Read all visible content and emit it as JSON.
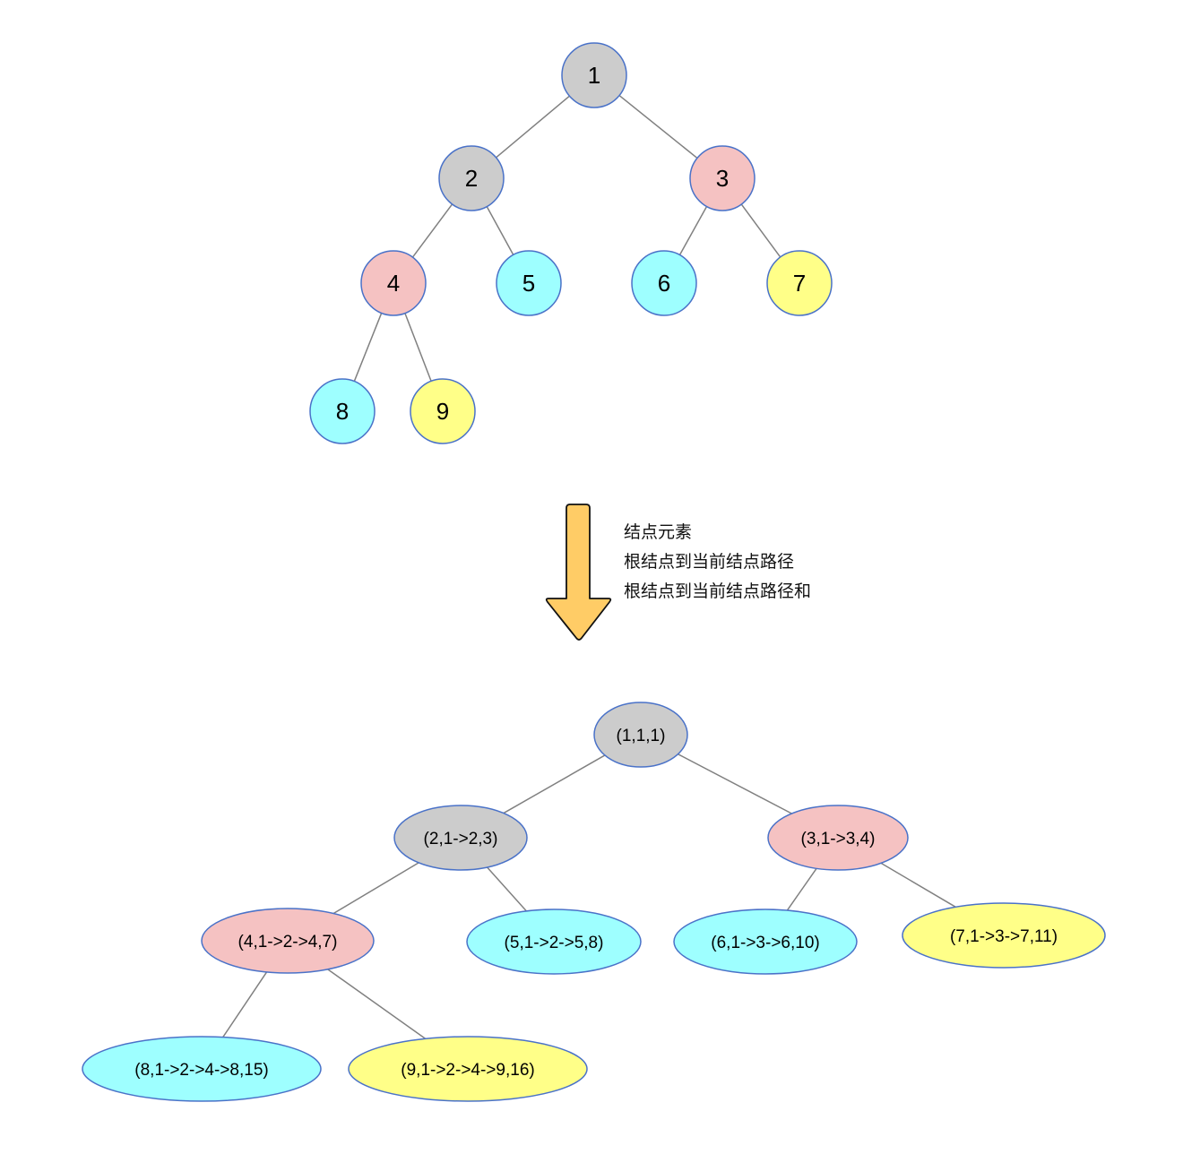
{
  "colors": {
    "gray": "#cccccc",
    "pink": "#f5c2c2",
    "cyan": "#9effff",
    "yellow": "#ffff88",
    "node_border": "#4a72c8",
    "edge": "#808080",
    "arrow_fill": "#ffcc66",
    "arrow_border": "#111111"
  },
  "top_tree": {
    "nodes": [
      {
        "id": "1",
        "label": "1",
        "color": "gray"
      },
      {
        "id": "2",
        "label": "2",
        "color": "gray"
      },
      {
        "id": "3",
        "label": "3",
        "color": "pink"
      },
      {
        "id": "4",
        "label": "4",
        "color": "pink"
      },
      {
        "id": "5",
        "label": "5",
        "color": "cyan"
      },
      {
        "id": "6",
        "label": "6",
        "color": "cyan"
      },
      {
        "id": "7",
        "label": "7",
        "color": "yellow"
      },
      {
        "id": "8",
        "label": "8",
        "color": "cyan"
      },
      {
        "id": "9",
        "label": "9",
        "color": "yellow"
      }
    ],
    "edges": [
      [
        "1",
        "2"
      ],
      [
        "1",
        "3"
      ],
      [
        "2",
        "4"
      ],
      [
        "2",
        "5"
      ],
      [
        "3",
        "6"
      ],
      [
        "3",
        "7"
      ],
      [
        "4",
        "8"
      ],
      [
        "4",
        "9"
      ]
    ]
  },
  "arrow_caption": [
    "结点元素",
    "根结点到当前结点路径",
    "根结点到当前结点路径和"
  ],
  "bottom_tree": {
    "nodes": [
      {
        "id": "1",
        "label": "(1,1,1)",
        "color": "gray"
      },
      {
        "id": "2",
        "label": "(2,1->2,3)",
        "color": "gray"
      },
      {
        "id": "3",
        "label": "(3,1->3,4)",
        "color": "pink"
      },
      {
        "id": "4",
        "label": "(4,1->2->4,7)",
        "color": "pink"
      },
      {
        "id": "5",
        "label": "(5,1->2->5,8)",
        "color": "cyan"
      },
      {
        "id": "6",
        "label": "(6,1->3->6,10)",
        "color": "cyan"
      },
      {
        "id": "7",
        "label": "(7,1->3->7,11)",
        "color": "yellow"
      },
      {
        "id": "8",
        "label": "(8,1->2->4->8,15)",
        "color": "cyan"
      },
      {
        "id": "9",
        "label": "(9,1->2->4->9,16)",
        "color": "yellow"
      }
    ],
    "edges": [
      [
        "1",
        "2"
      ],
      [
        "1",
        "3"
      ],
      [
        "2",
        "4"
      ],
      [
        "2",
        "5"
      ],
      [
        "3",
        "6"
      ],
      [
        "3",
        "7"
      ],
      [
        "4",
        "8"
      ],
      [
        "4",
        "9"
      ]
    ]
  }
}
